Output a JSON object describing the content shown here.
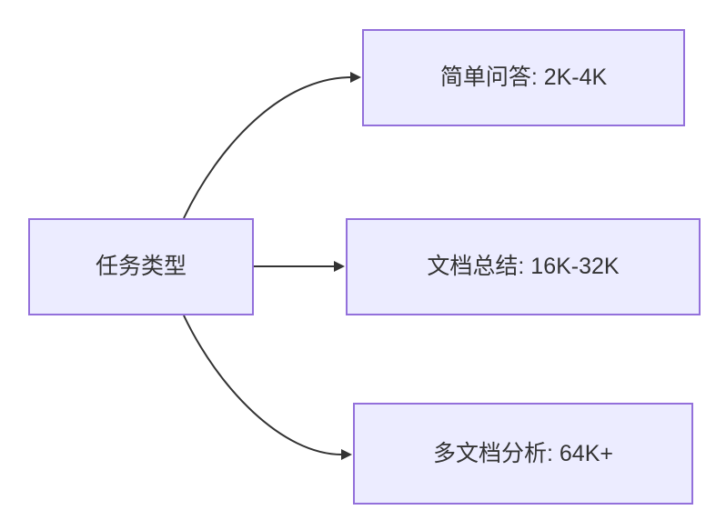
{
  "diagram": {
    "type": "flowchart-lr",
    "colors": {
      "node_fill": "#ECECFF",
      "node_border": "#9370DB",
      "edge": "#333333",
      "text": "#333333",
      "background": "#ffffff"
    },
    "root_node": {
      "label": "任务类型"
    },
    "branch_nodes": [
      {
        "label": "简单问答: 2K-4K"
      },
      {
        "label": "文档总结: 16K-32K"
      },
      {
        "label": "多文档分析: 64K+"
      }
    ],
    "edges": [
      {
        "from": "任务类型",
        "to": "简单问答: 2K-4K"
      },
      {
        "from": "任务类型",
        "to": "文档总结: 16K-32K"
      },
      {
        "from": "任务类型",
        "to": "多文档分析: 64K+"
      }
    ]
  }
}
